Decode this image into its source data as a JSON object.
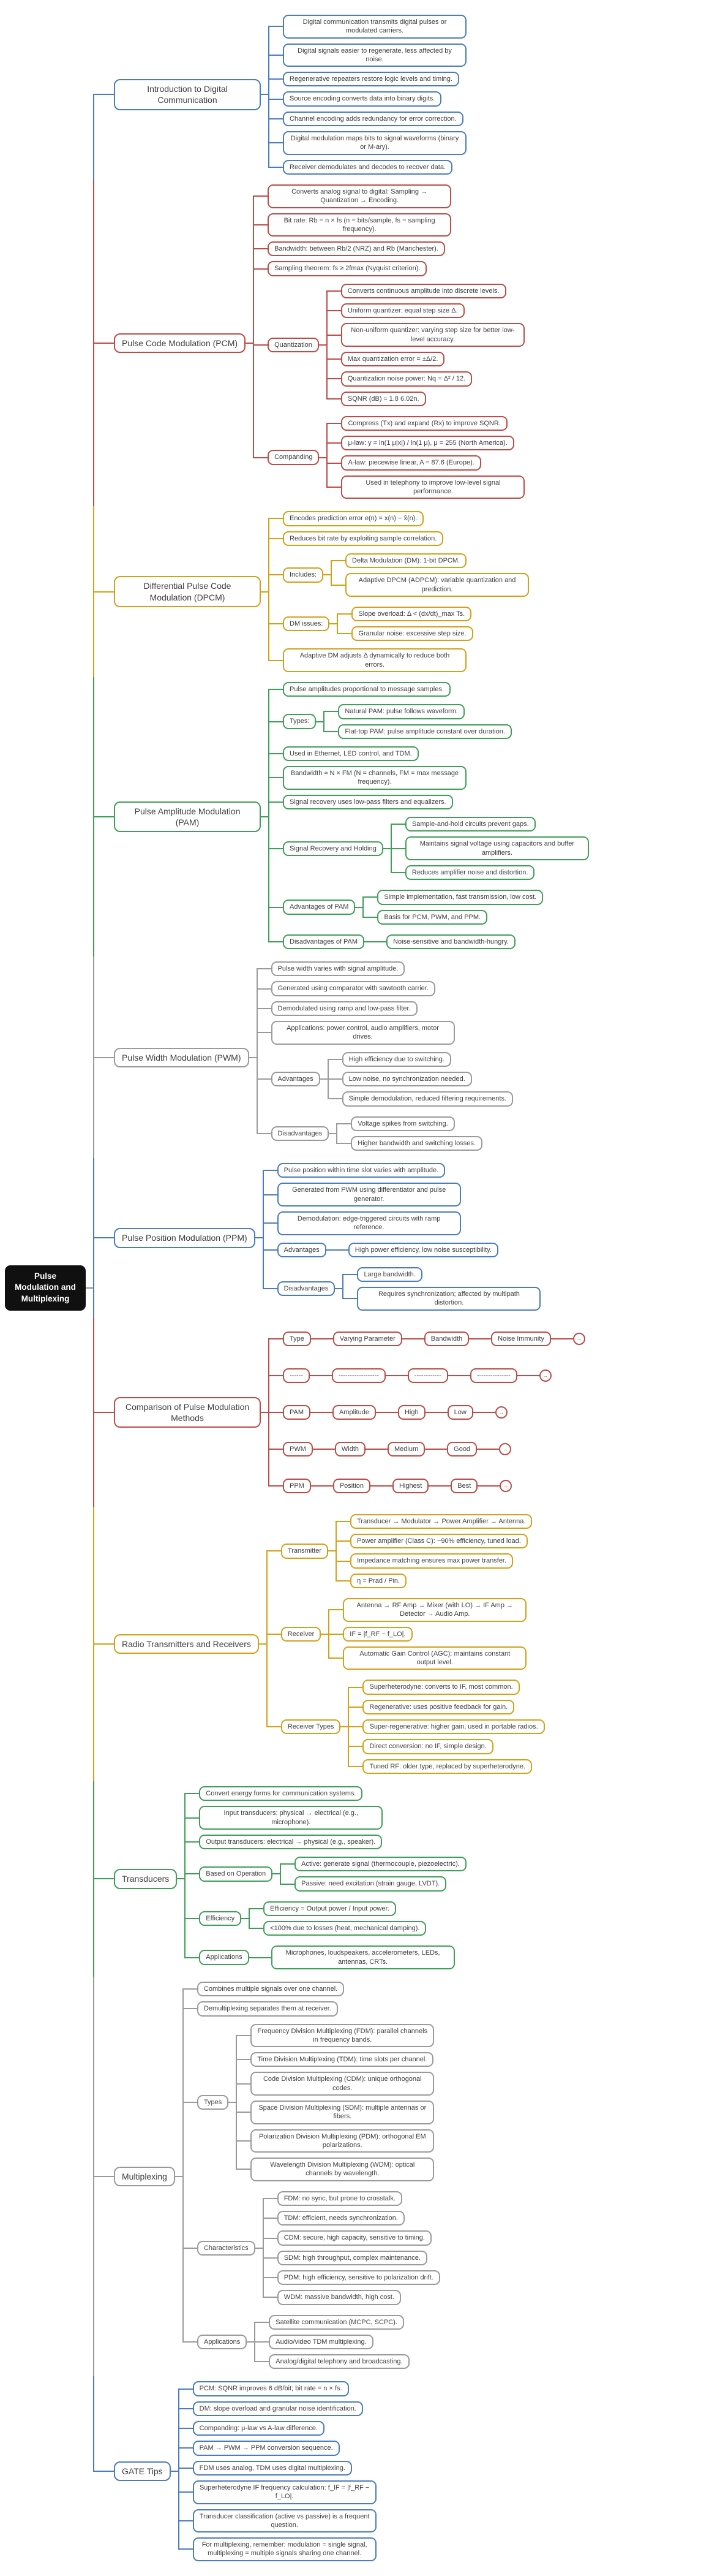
{
  "title": "Pulse Modulation and Multiplexing",
  "colors": {
    "blue": "#4a7cbe",
    "red": "#bd4b47",
    "gold": "#d4a017",
    "green": "#3f9e5a",
    "gray": "#9a9a9a",
    "rootline": "#8f8f8f",
    "root_bg": "#101010",
    "text": "#3d3d3d"
  },
  "icons": {
    "expander_glyph": "→"
  },
  "mindmap": {
    "root": {
      "t": "Pulse Modulation and Multiplexing"
    },
    "branches": [
      {
        "t": "Introduction to Digital Communication",
        "color": "blue",
        "c": [
          "Digital communication transmits digital pulses or modulated carriers.",
          "Digital signals easier to regenerate, less affected by noise.",
          "Regenerative repeaters restore logic levels and timing.",
          "Source encoding converts data into binary digits.",
          "Channel encoding adds redundancy for error correction.",
          "Digital modulation maps bits to signal waveforms (binary or M-ary).",
          "Receiver demodulates and decodes to recover data."
        ]
      },
      {
        "t": "Pulse Code Modulation (PCM)",
        "color": "red",
        "c": [
          "Converts analog signal to digital: Sampling → Quantization → Encoding.",
          "Bit rate: Rb = n × fs (n = bits/sample, fs = sampling frequency).",
          "Bandwidth: between Rb/2 (NRZ) and Rb (Manchester).",
          "Sampling theorem: fs ≥ 2fmax (Nyquist criterion).",
          {
            "t": "Quantization",
            "c": [
              "Converts continuous amplitude into discrete levels.",
              "Uniform quantizer: equal step size Δ.",
              "Non-uniform quantizer: varying step size for better low-level accuracy.",
              "Max quantization error = ±Δ/2.",
              "Quantization noise power: Nq = Δ² / 12.",
              "SQNR (dB) ≈ 1.8 6.02n."
            ]
          },
          {
            "t": "Companding",
            "c": [
              "Compress (Tx) and expand (Rx) to improve SQNR.",
              "μ-law: y = ln(1 μ|x|) / ln(1 μ), μ = 255 (North America).",
              "A-law: piecewise linear, A = 87.6 (Europe).",
              "Used in telephony to improve low-level signal performance."
            ]
          }
        ]
      },
      {
        "t": "Differential Pulse Code Modulation (DPCM)",
        "color": "gold",
        "c": [
          "Encodes prediction error e(n) = x(n) − x̂(n).",
          "Reduces bit rate by exploiting sample correlation.",
          {
            "t": "Includes:",
            "c": [
              "Delta Modulation (DM): 1-bit DPCM.",
              "Adaptive DPCM (ADPCM): variable quantization and prediction."
            ]
          },
          {
            "t": "DM issues:",
            "c": [
              "Slope overload: Δ < (dx/dt)_max Ts.",
              "Granular noise: excessive step size."
            ]
          },
          "Adaptive DM adjusts Δ dynamically to reduce both errors."
        ]
      },
      {
        "t": "Pulse Amplitude Modulation (PAM)",
        "color": "green",
        "c": [
          "Pulse amplitudes proportional to message samples.",
          {
            "t": "Types:",
            "c": [
              "Natural PAM: pulse follows waveform.",
              "Flat-top PAM: pulse amplitude constant over duration."
            ]
          },
          "Used in Ethernet, LED control, and TDM.",
          "Bandwidth ≈ N × FM (N = channels, FM = max message frequency).",
          "Signal recovery uses low-pass filters and equalizers.",
          {
            "t": "Signal Recovery and Holding",
            "c": [
              "Sample-and-hold circuits prevent gaps.",
              "Maintains signal voltage using capacitors and buffer amplifiers.",
              "Reduces amplifier noise and distortion."
            ]
          },
          {
            "t": "Advantages of PAM",
            "c": [
              "Simple implementation, fast transmission, low cost.",
              "Basis for PCM, PWM, and PPM."
            ]
          },
          {
            "t": "Disadvantages of PAM",
            "c": [
              "Noise-sensitive and bandwidth-hungry."
            ]
          }
        ]
      },
      {
        "t": "Pulse Width Modulation (PWM)",
        "color": "gray",
        "c": [
          "Pulse width varies with signal amplitude.",
          "Generated using comparator with sawtooth carrier.",
          "Demodulated using ramp and low-pass filter.",
          "Applications: power control, audio amplifiers, motor drives.",
          {
            "t": "Advantages",
            "c": [
              "High efficiency due to switching.",
              "Low noise, no synchronization needed.",
              "Simple demodulation, reduced filtering requirements."
            ]
          },
          {
            "t": "Disadvantages",
            "c": [
              "Voltage spikes from switching.",
              "Higher bandwidth and switching losses."
            ]
          }
        ]
      },
      {
        "t": "Pulse Position Modulation (PPM)",
        "color": "blue",
        "c": [
          "Pulse position within time slot varies with amplitude.",
          "Generated from PWM using differentiator and pulse generator.",
          "Demodulation: edge-triggered circuits with ramp reference.",
          {
            "t": "Advantages",
            "c": [
              "High power efficiency, low noise susceptibility."
            ]
          },
          {
            "t": "Disadvantages",
            "c": [
              "Large bandwidth.",
              "Requires synchronization; affected by multipath distortion."
            ]
          }
        ]
      },
      {
        "t": "Comparison of Pulse Modulation Methods",
        "color": "red",
        "c": [
          {
            "t": "Type",
            "c": [
              {
                "t": "Varying Parameter",
                "c": [
                  {
                    "t": "Bandwidth",
                    "c": [
                      {
                        "t": "Noise Immunity",
                        "c": [
                          {
                            "e": true
                          }
                        ]
                      }
                    ]
                  }
                ]
              }
            ]
          },
          {
            "t": "------",
            "c": [
              {
                "t": "------------------",
                "c": [
                  {
                    "t": "------------",
                    "c": [
                      {
                        "t": "---------------",
                        "c": [
                          {
                            "e": true
                          }
                        ]
                      }
                    ]
                  }
                ]
              }
            ]
          },
          {
            "t": "PAM",
            "c": [
              {
                "t": "Amplitude",
                "c": [
                  {
                    "t": "High",
                    "c": [
                      {
                        "t": "Low",
                        "c": [
                          {
                            "e": true
                          }
                        ]
                      }
                    ]
                  }
                ]
              }
            ]
          },
          {
            "t": "PWM",
            "c": [
              {
                "t": "Width",
                "c": [
                  {
                    "t": "Medium",
                    "c": [
                      {
                        "t": "Good",
                        "c": [
                          {
                            "e": true
                          }
                        ]
                      }
                    ]
                  }
                ]
              }
            ]
          },
          {
            "t": "PPM",
            "c": [
              {
                "t": "Position",
                "c": [
                  {
                    "t": "Highest",
                    "c": [
                      {
                        "t": "Best",
                        "c": [
                          {
                            "e": true
                          }
                        ]
                      }
                    ]
                  }
                ]
              }
            ]
          }
        ]
      },
      {
        "t": "Radio Transmitters and Receivers",
        "color": "gold",
        "c": [
          {
            "t": "Transmitter",
            "c": [
              "Transducer → Modulator → Power Amplifier → Antenna.",
              "Power amplifier (Class C): ~90% efficiency, tuned load.",
              "Impedance matching ensures max power transfer.",
              "η = Prad / Pin."
            ]
          },
          {
            "t": "Receiver",
            "c": [
              "Antenna → RF Amp → Mixer (with LO) → IF Amp → Detector → Audio Amp.",
              "IF = |f_RF − f_LO|.",
              "Automatic Gain Control (AGC): maintains constant output level."
            ]
          },
          {
            "t": "Receiver Types",
            "c": [
              "Superheterodyne: converts to IF, most common.",
              "Regenerative: uses positive feedback for gain.",
              "Super-regenerative: higher gain, used in portable radios.",
              "Direct conversion: no IF, simple design.",
              "Tuned RF: older type, replaced by superheterodyne."
            ]
          }
        ]
      },
      {
        "t": "Transducers",
        "color": "green",
        "c": [
          "Convert energy forms for communication systems.",
          "Input transducers: physical → electrical (e.g., microphone).",
          "Output transducers: electrical → physical (e.g., speaker).",
          {
            "t": "Based on Operation",
            "c": [
              "Active: generate signal (thermocouple, piezoelectric).",
              "Passive: need excitation (strain gauge, LVDT)."
            ]
          },
          {
            "t": "Efficiency",
            "c": [
              "Efficiency = Output power / Input power.",
              "<100% due to losses (heat, mechanical damping)."
            ]
          },
          {
            "t": "Applications",
            "c": [
              "Microphones, loudspeakers, accelerometers, LEDs, antennas, CRTs."
            ]
          }
        ]
      },
      {
        "t": "Multiplexing",
        "color": "gray",
        "c": [
          "Combines multiple signals over one channel.",
          "Demultiplexing separates them at receiver.",
          {
            "t": "Types",
            "c": [
              "Frequency Division Multiplexing (FDM): parallel channels in frequency bands.",
              "Time Division Multiplexing (TDM): time slots per channel.",
              "Code Division Multiplexing (CDM): unique orthogonal codes.",
              "Space Division Multiplexing (SDM): multiple antennas or fibers.",
              "Polarization Division Multiplexing (PDM): orthogonal EM polarizations.",
              "Wavelength Division Multiplexing (WDM): optical channels by wavelength."
            ]
          },
          {
            "t": "Characteristics",
            "c": [
              "FDM: no sync, but prone to crosstalk.",
              "TDM: efficient, needs synchronization.",
              "CDM: secure, high capacity, sensitive to timing.",
              "SDM: high throughput, complex maintenance.",
              "PDM: high efficiency, sensitive to polarization drift.",
              "WDM: massive bandwidth, high cost."
            ]
          },
          {
            "t": "Applications",
            "c": [
              "Satellite communication (MCPC, SCPC).",
              "Audio/video TDM multiplexing.",
              "Analog/digital telephony and broadcasting."
            ]
          }
        ]
      },
      {
        "t": "GATE Tips",
        "color": "blue",
        "c": [
          "PCM: SQNR improves 6 dB/bit; bit rate = n × fs.",
          "DM: slope overload and granular noise identification.",
          "Companding: μ-law vs A-law difference.",
          "PAM → PWM → PPM conversion sequence.",
          "FDM uses analog, TDM uses digital multiplexing.",
          "Superheterodyne IF frequency calculation: f_IF = |f_RF − f_LO|.",
          "Transducer classification (active vs passive) is a frequent question.",
          "For multiplexing, remember: modulation = single signal, multiplexing = multiple signals sharing one channel."
        ]
      }
    ]
  }
}
